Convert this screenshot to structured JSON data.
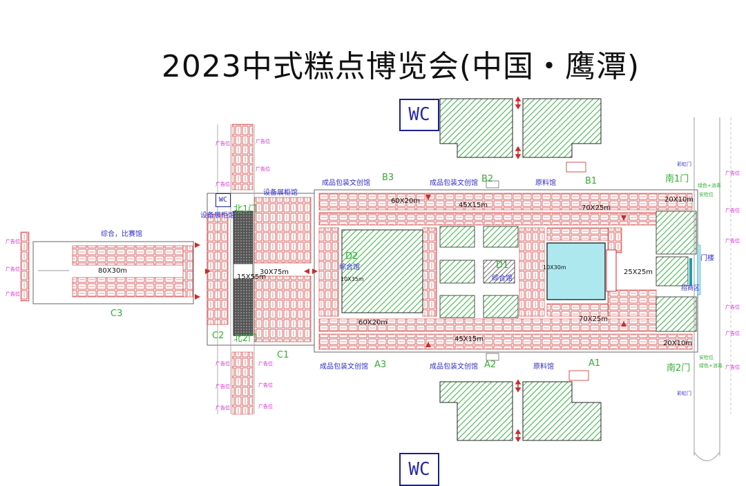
{
  "title": "2023中式糕点博览会(中国・鹰潭)",
  "wc_label": "WC",
  "zones": {
    "A1": "A1",
    "A2": "A2",
    "A3": "A3",
    "B1": "B1",
    "B2": "B2",
    "B3": "B3",
    "C1": "C1",
    "C2": "C2",
    "C3": "C3",
    "D1": "D1",
    "D2": "D2"
  },
  "halls": {
    "raw_top": "原料馆",
    "raw_bottom": "原料馆",
    "pack_top_b2": "成品包装文创馆",
    "pack_top_b3": "成品包装文创馆",
    "pack_bottom_a2": "成品包装文创馆",
    "pack_bottom_a3": "成品包装文创馆",
    "equip_top": "设备展柜馆",
    "equip_left": "设备展柜馆",
    "comp_hall": "综合，比赛馆",
    "d1_hall": "综合馆",
    "d2_hall": "综合馆"
  },
  "gates": {
    "south1": "南1门",
    "south2": "南2门",
    "north1": "北1门",
    "north2": "北2门",
    "gate_tower": "门楼"
  },
  "dimensions": {
    "s20x10_top": "20X10m",
    "s20x10_bottom": "20X10m",
    "s70x25_top": "70X25m",
    "s70x25_bottom": "70X25m",
    "s45x15_top": "45X15m",
    "s45x15_bottom": "45X15m",
    "s60x20_top": "60X20m",
    "s60x20_bottom": "60X20m",
    "s10x30": "10X30m",
    "s25x25": "25X25m",
    "s10x35": "10X35m",
    "s30x75": "30X75m",
    "s15x55": "15X55m",
    "s80x30": "80X30m"
  },
  "ad_label": "广告位",
  "misc": {
    "rainbow_door_top": "彩虹门",
    "rainbow_door_bottom": "彩虹门",
    "security_top": "安检位",
    "security_bottom": "安检位",
    "green_mark_top": "绿色+消毒",
    "green_mark_bottom": "绿色+消毒",
    "reception": "招商区"
  },
  "colors": {
    "booth_red": "#cc2a2a",
    "zone_green": "#2faf2f",
    "label_blue": "#2c2cc8",
    "ad_magenta": "#d81bd8",
    "pool_cyan": "#aee8ef",
    "hatch_green": "#3fb54a"
  }
}
